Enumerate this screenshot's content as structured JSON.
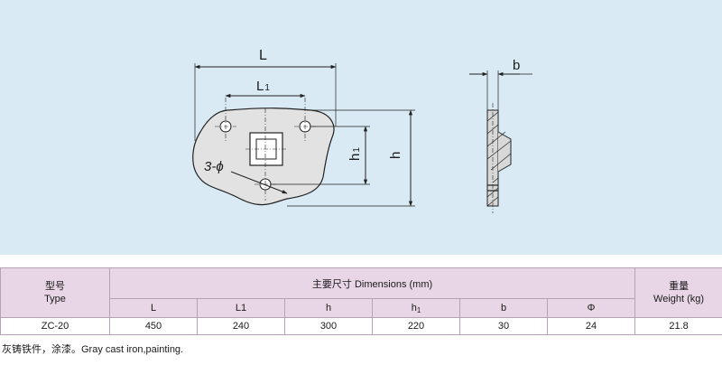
{
  "drawing": {
    "label_L": "L",
    "label_L1_main": "L",
    "label_L1_sub": "1",
    "label_h": "h",
    "label_h1_main": "h",
    "label_h1_sub": "1",
    "label_holes": "3-ϕ",
    "label_b": "b"
  },
  "table": {
    "type_header_cn": "型号",
    "type_header_en": "Type",
    "dimensions_header": "主要尺寸 Dimensions (mm)",
    "weight_header_cn": "重量",
    "weight_header_en": "Weight (kg)",
    "columns": [
      {
        "main": "L",
        "sub": ""
      },
      {
        "main": "L1",
        "sub": ""
      },
      {
        "main": "h",
        "sub": ""
      },
      {
        "main": "h",
        "sub": "1"
      },
      {
        "main": "b",
        "sub": ""
      },
      {
        "main": "Φ",
        "sub": ""
      }
    ],
    "rows": [
      {
        "type": "ZC-20",
        "values": [
          "450",
          "240",
          "300",
          "220",
          "30",
          "24"
        ],
        "weight": "21.8"
      }
    ]
  },
  "note": "灰铸铁件，涂漆。Gray cast iron,painting."
}
